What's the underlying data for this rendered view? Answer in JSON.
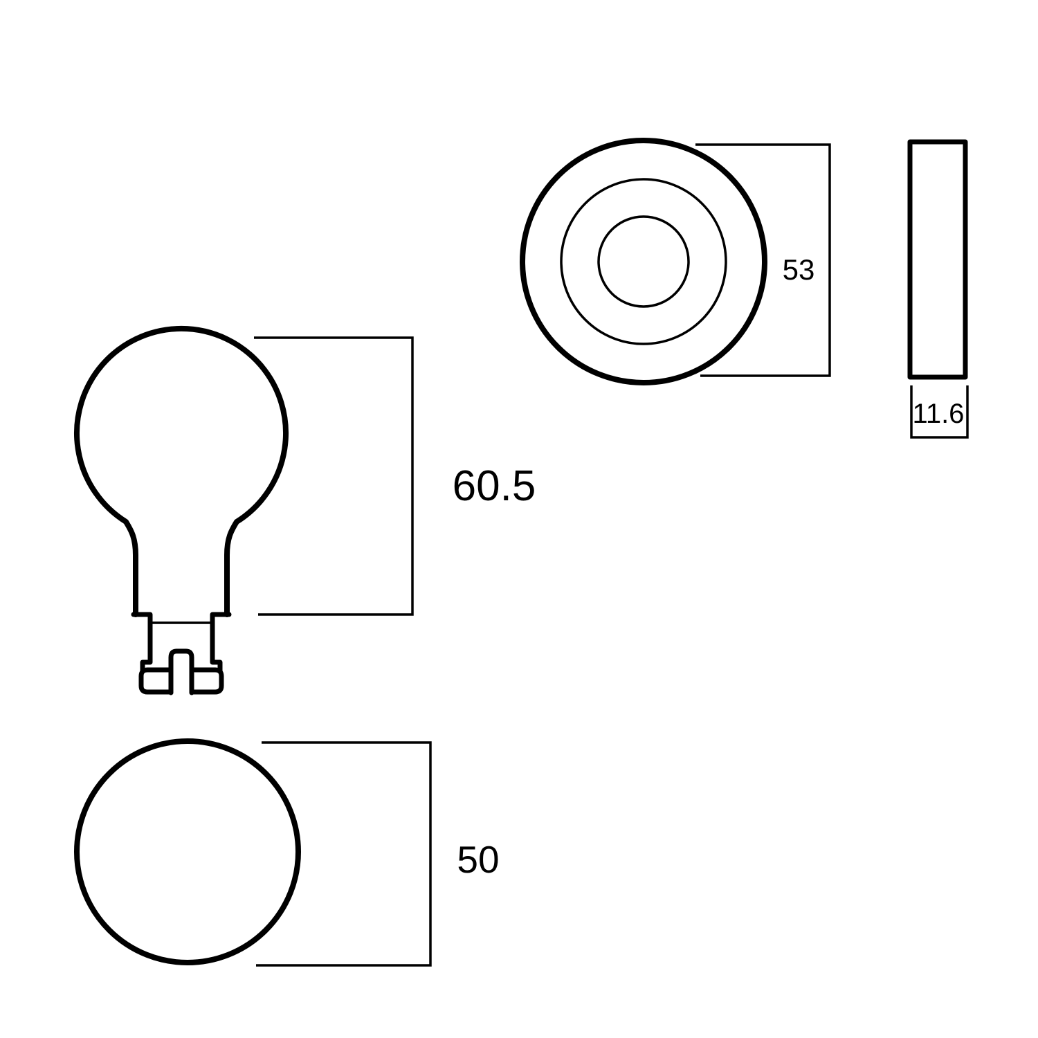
{
  "drawing": {
    "background_color": "#ffffff",
    "line_color": "#000000",
    "views": {
      "front": {
        "dimension": "60.5"
      },
      "top": {
        "dimension": "53"
      },
      "side": {
        "dimension": "11.6"
      },
      "bottom": {
        "dimension": "50"
      }
    }
  }
}
